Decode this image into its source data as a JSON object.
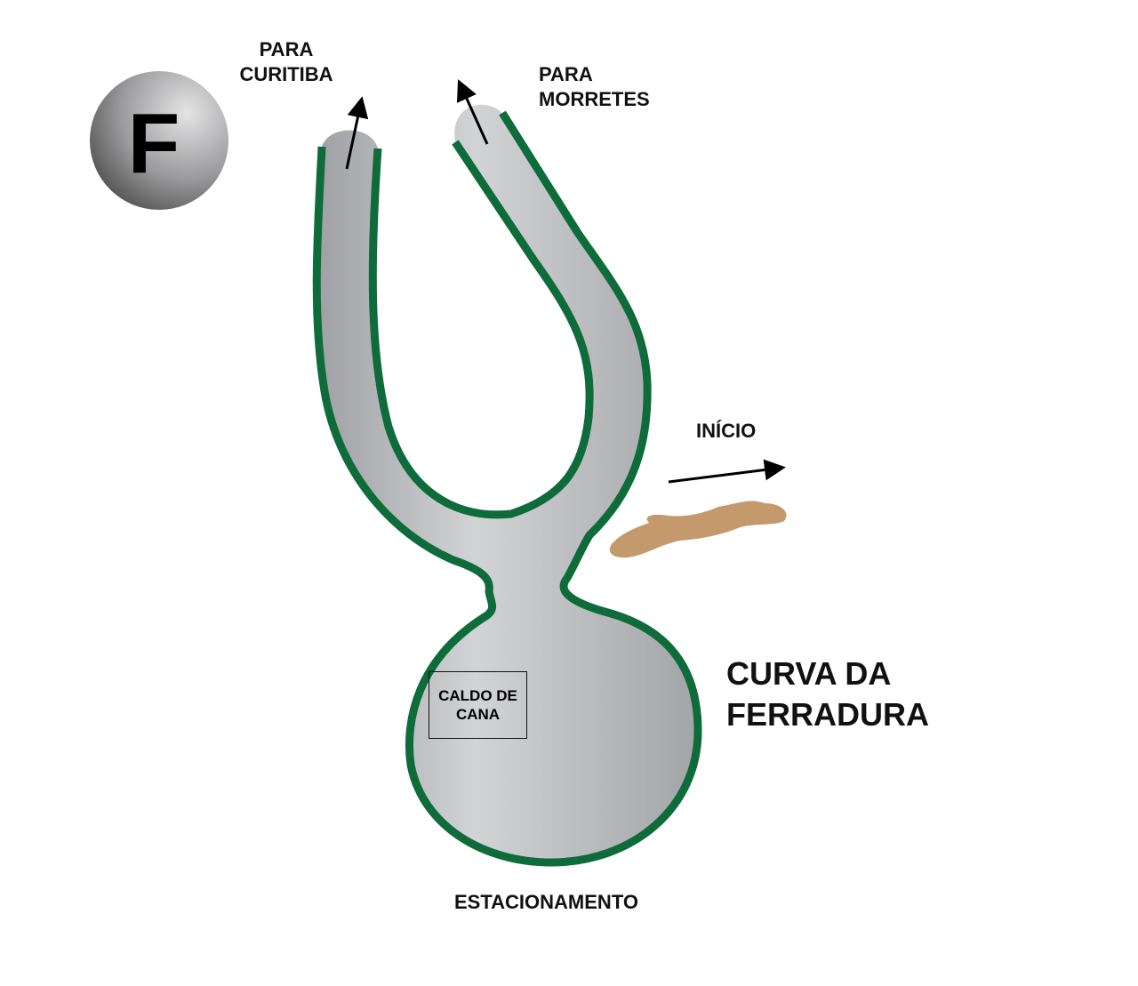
{
  "map": {
    "badge_letter": "F",
    "title": "CURVA DA FERRADURA",
    "labels": {
      "para_curitiba": "PARA CURITIBA",
      "para_morretes": "PARA MORRETES",
      "inicio": "INÍCIO",
      "caldo_de_cana": "CALDO DE CANA",
      "estacionamento": "ESTACIONAMENTO"
    },
    "colors": {
      "road_border": "#0e6b3a",
      "road_fill": "#b5b6b8",
      "trail": "#c49a6c"
    }
  }
}
